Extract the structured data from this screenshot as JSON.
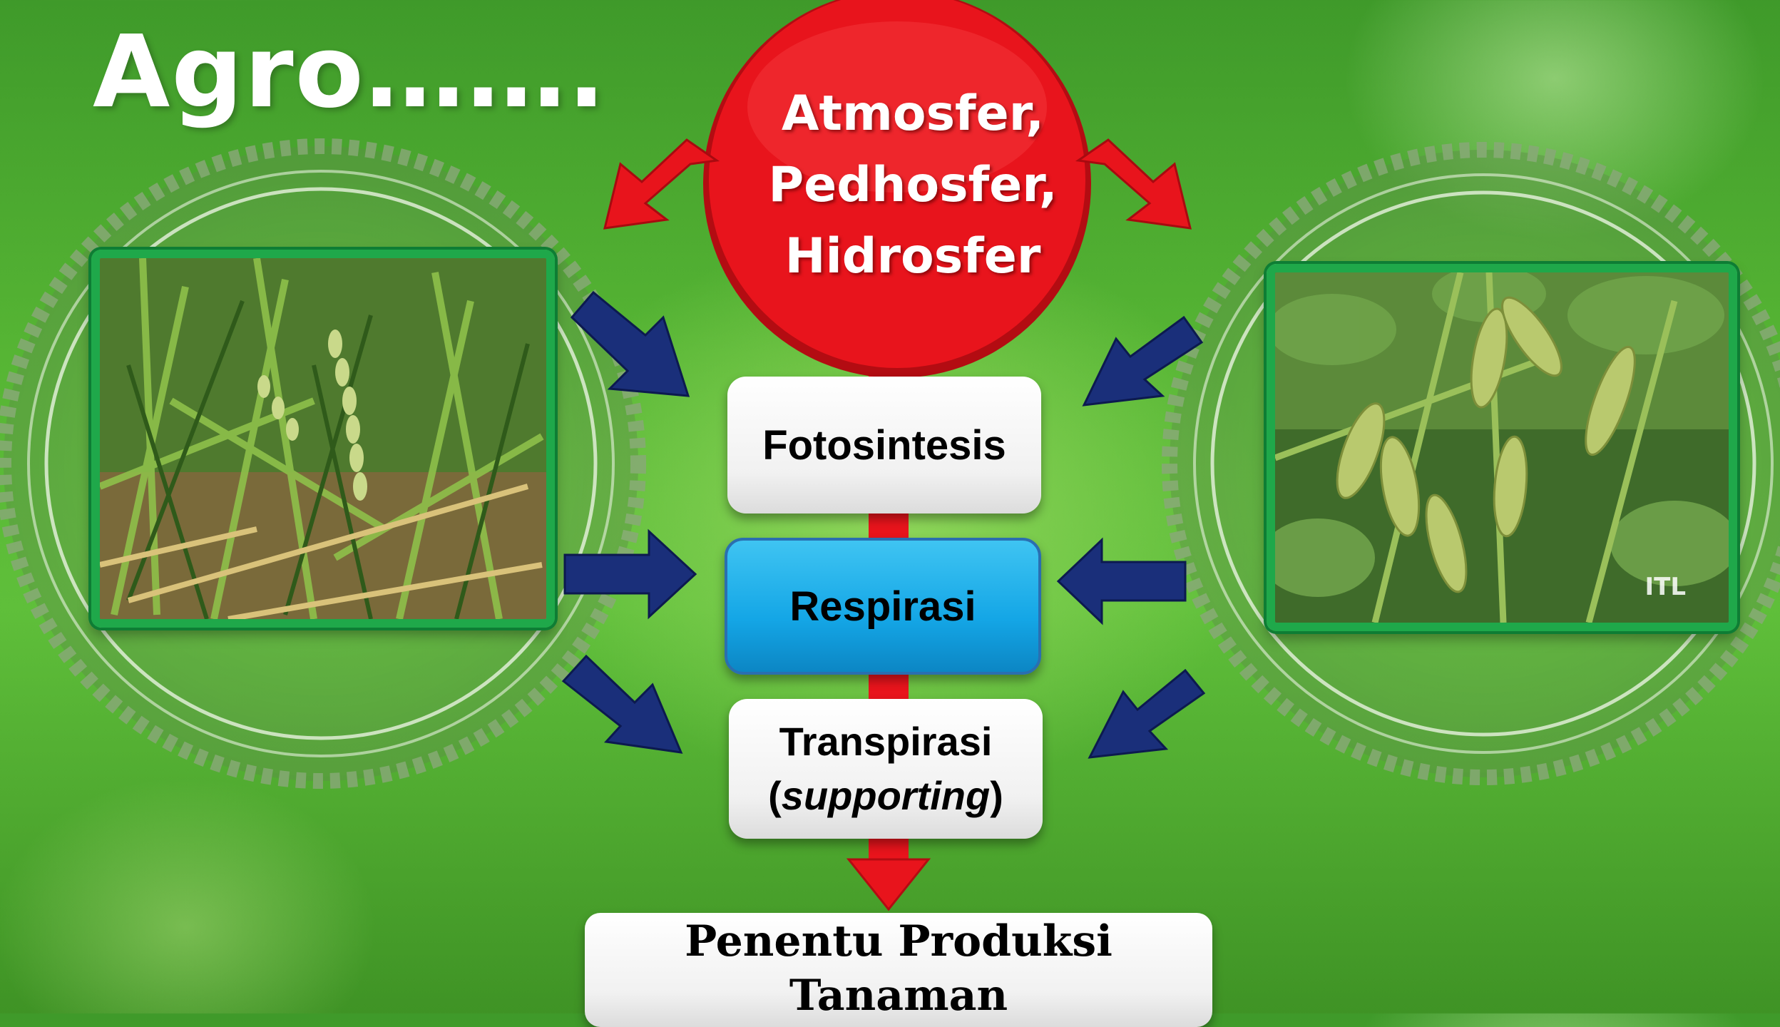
{
  "title": "Agro…….",
  "circle": {
    "lines": [
      "Atmosfer,",
      "Pedhosfer,",
      "Hidrosfer"
    ],
    "color": "#e8141c"
  },
  "processes": {
    "fotosintesis": "Fotosintesis",
    "respirasi": "Respirasi",
    "transpirasi": "Transpirasi",
    "supporting_open": "(",
    "supporting": "supporting",
    "supporting_close": ")"
  },
  "result": {
    "line1": "Penentu Produksi",
    "line2": "Tanaman"
  },
  "photos": {
    "left": "rice-plant-photo",
    "right": "soybean-plant-photo",
    "right_watermark": "ITL"
  },
  "colors": {
    "red_arrow": "#e8141c",
    "blue_arrow": "#1a2f7a",
    "respirasi_box": "#14a6e6",
    "photo_frame": "#1fa84a"
  }
}
